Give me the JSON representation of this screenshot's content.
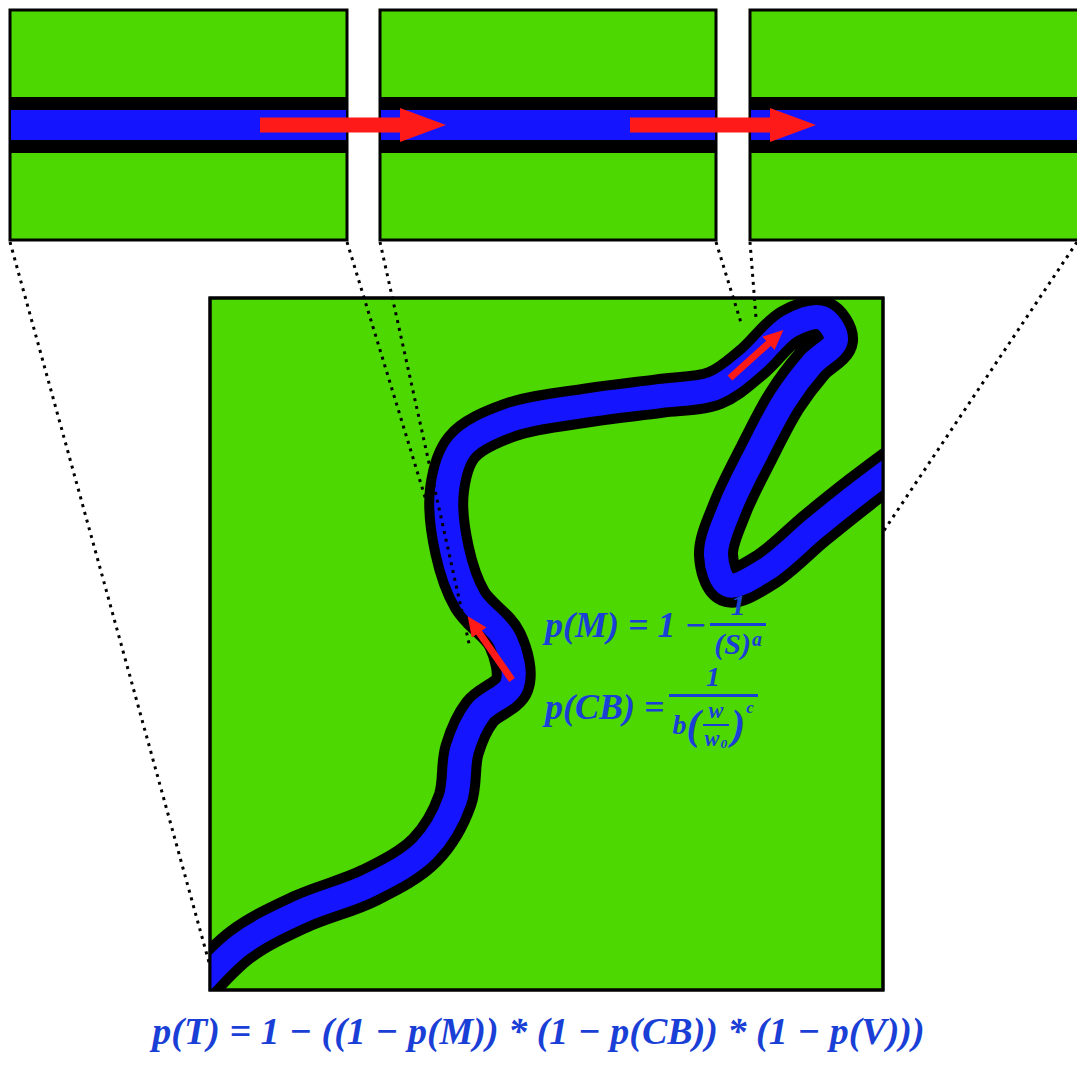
{
  "diagram": {
    "labels": [
      "p(M) = 1 −",
      "1",
      "(S)",
      "a",
      "p(CB) =",
      "1",
      "b",
      "(",
      "w",
      "w",
      "0",
      ")",
      "c",
      "p(T) = 1 − ((1 − p(M)) * (1 − p(CB)) * (1 − p(V)))"
    ]
  }
}
